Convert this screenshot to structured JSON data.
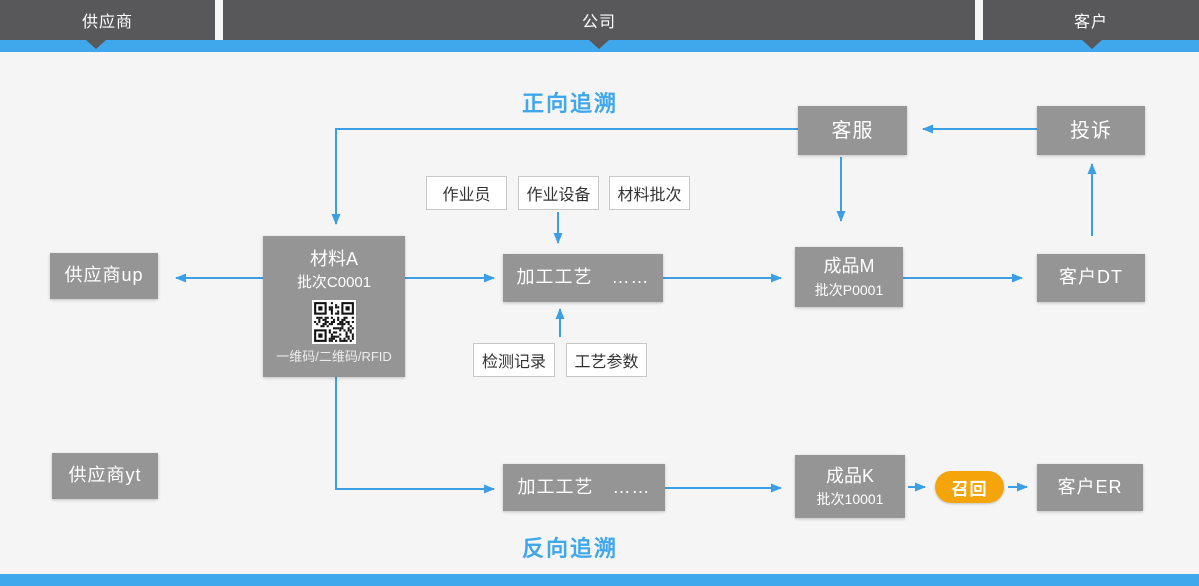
{
  "colors": {
    "accent_blue": "#3fa7ec",
    "arrow_blue": "#3c9fe5",
    "bar_dark": "#58585a",
    "node_gray": "#959595",
    "recall_orange": "#f5a50a"
  },
  "top_bar": {
    "segments": [
      {
        "label": "供应商"
      },
      {
        "label": "公司"
      },
      {
        "label": "客户"
      }
    ]
  },
  "titles": {
    "forward": "正向追溯",
    "backward": "反向追溯"
  },
  "nodes": {
    "service": {
      "label": "客服"
    },
    "complaint": {
      "label": "投诉"
    },
    "operator": {
      "label": "作业员"
    },
    "equipment": {
      "label": "作业设备"
    },
    "material_batch": {
      "label": "材料批次"
    },
    "material_a": {
      "title": "材料A",
      "batch": "批次C0001",
      "code_caption": "一维码/二维码/RFID",
      "icon": "qr-code"
    },
    "supplier_up": {
      "label": "供应商up"
    },
    "process_top": {
      "label": "加工工艺　……"
    },
    "product_m": {
      "title": "成品M",
      "batch": "批次P0001"
    },
    "customer_dt": {
      "label": "客户DT"
    },
    "inspection": {
      "label": "检测记录"
    },
    "parameters": {
      "label": "工艺参数"
    },
    "supplier_yt": {
      "label": "供应商yt"
    },
    "process_bottom": {
      "label": "加工工艺　……"
    },
    "product_k": {
      "title": "成品K",
      "batch": "批次10001"
    },
    "recall": {
      "label": "召回"
    },
    "customer_er": {
      "label": "客户ER"
    }
  }
}
